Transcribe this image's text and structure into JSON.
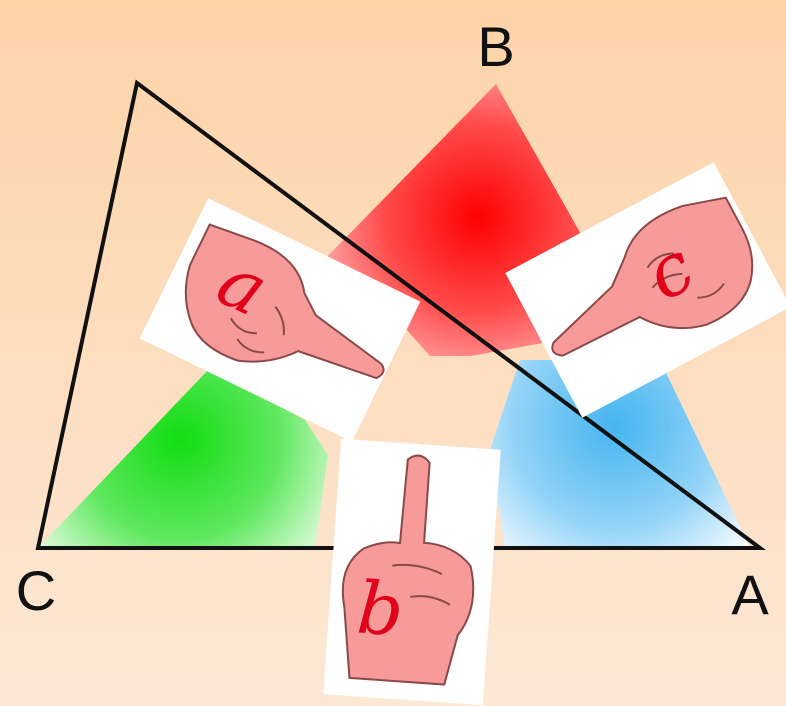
{
  "vertices": {
    "A": "A",
    "B": "B",
    "C": "C"
  },
  "sides": {
    "a": "a",
    "b": "b",
    "c": "c"
  },
  "icons": [
    "pointing-hand-icon",
    "pointing-up-hand-icon",
    "pointing-hand-left-icon"
  ],
  "colors": {
    "background_top": "#fdd5ac",
    "background_bottom": "#fde6d3",
    "angle_B": "#ff1a1a",
    "angle_C": "#1ee01e",
    "angle_A": "#4fb8f0",
    "hand_skin": "#f79a9a",
    "label_color": "#e0001a",
    "line_color": "#111111"
  }
}
